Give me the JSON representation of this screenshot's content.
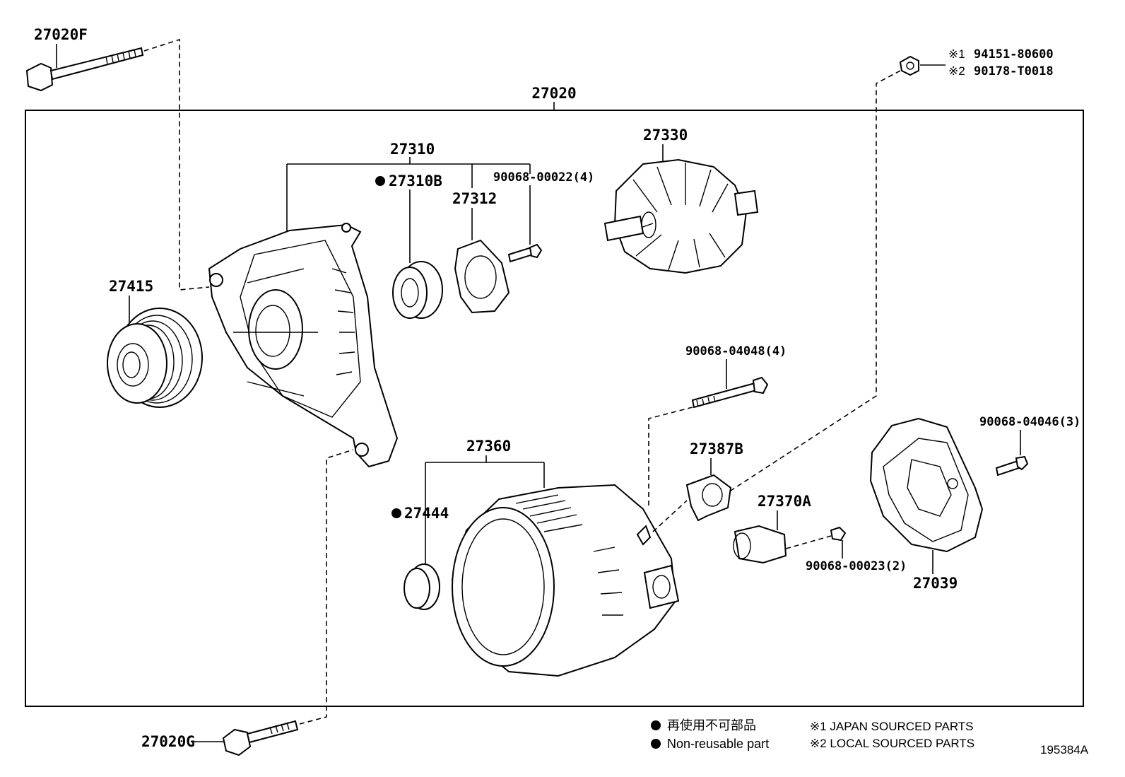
{
  "labels": {
    "p27020F": "27020F",
    "p27020": "27020",
    "p27020G": "27020G",
    "p27310": "27310",
    "p27310B": "27310B",
    "p27312": "27312",
    "p9006800022": "90068-00022(4)",
    "p27330": "27330",
    "p27415": "27415",
    "p9006804048": "90068-04048(4)",
    "p27360": "27360",
    "p27387B": "27387B",
    "p27444": "27444",
    "p27370A": "27370A",
    "p9006800023": "90068-00023(2)",
    "p9006804046": "90068-04046(3)",
    "p27039": "27039",
    "nut1": "94151-80600",
    "nut2": "90178-T0018",
    "nut_mark1": "※1",
    "nut_mark2": "※2"
  },
  "legend": {
    "jp_text": "再使用不可部品",
    "en_text": "Non-reusable part",
    "note1": "※1 JAPAN SOURCED PARTS",
    "note2": "※2 LOCAL SOURCED PARTS"
  },
  "ref_code": "195384A",
  "colors": {
    "ink": "#000000",
    "paper": "#ffffff"
  }
}
